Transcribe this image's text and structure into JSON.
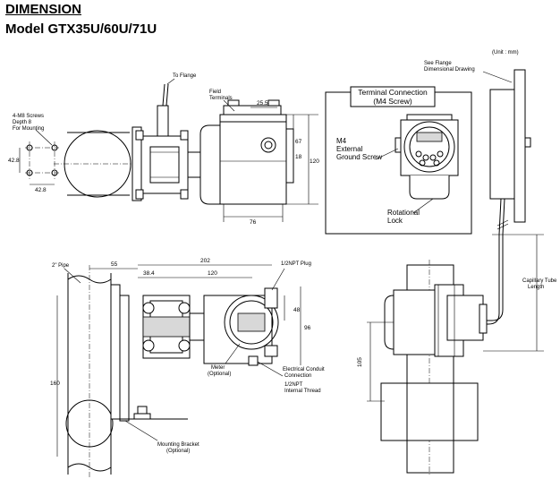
{
  "header": {
    "title": "DIMENSION",
    "subtitle": "Model GTX35U/60U/71U"
  },
  "unit_note": "(Unit : mm)",
  "top_view": {
    "to_flange": "To Flange",
    "field_terminals": [
      "Field",
      "Terminals"
    ],
    "screws": [
      "4-M8 Screws",
      "Depth 8",
      "For Mounting"
    ],
    "dim_42_8_v": "42.8",
    "dim_42_8_h": "42.8",
    "dim_25_5": "25.5",
    "dim_67": "67",
    "dim_18": "18",
    "dim_120": "120",
    "dim_76": "76"
  },
  "terminal_box": {
    "title": [
      "Terminal Connection",
      "(M4 Screw)"
    ],
    "ground": [
      "M4",
      "External",
      "Ground Screw"
    ],
    "rot_lock": [
      "Rotational",
      "Lock"
    ]
  },
  "right_view": {
    "flange_note": [
      "See Flange",
      "Dimensional Drawing"
    ],
    "capillary": [
      "Capillary Tube",
      "Length"
    ],
    "dim_105": "105"
  },
  "front_view": {
    "pipe": "2\" Pipe",
    "dim_55": "55",
    "dim_202": "202",
    "dim_38_4": "38.4",
    "dim_120": "120",
    "plug": "1/2NPT Plug",
    "dim_48": "48",
    "dim_96": "96",
    "dim_160": "160",
    "meter": [
      "Meter",
      "(Optional)"
    ],
    "conduit": [
      "Electrical Conduit",
      "Connection"
    ],
    "thread": [
      "1/2NPT",
      "Internal Thread"
    ],
    "bracket": [
      "Mounting Bracket",
      "(Optional)"
    ]
  }
}
